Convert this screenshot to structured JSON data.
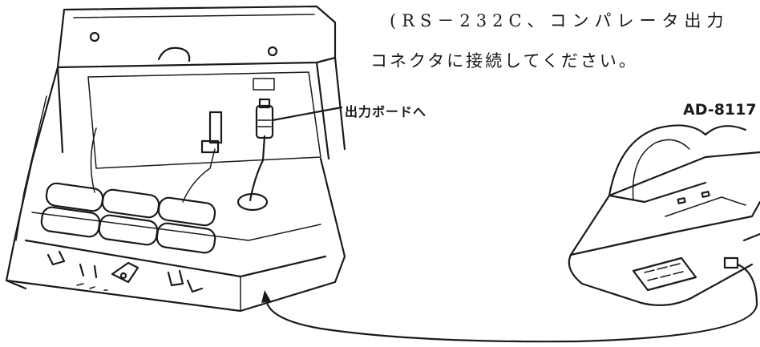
{
  "instruction": {
    "line1": "(RS－232C、コンパレータ出力",
    "line2": "コネクタに接続してください。"
  },
  "callout": {
    "output_board_label": "出力ボードへ"
  },
  "printer": {
    "model": "AD-8117"
  }
}
